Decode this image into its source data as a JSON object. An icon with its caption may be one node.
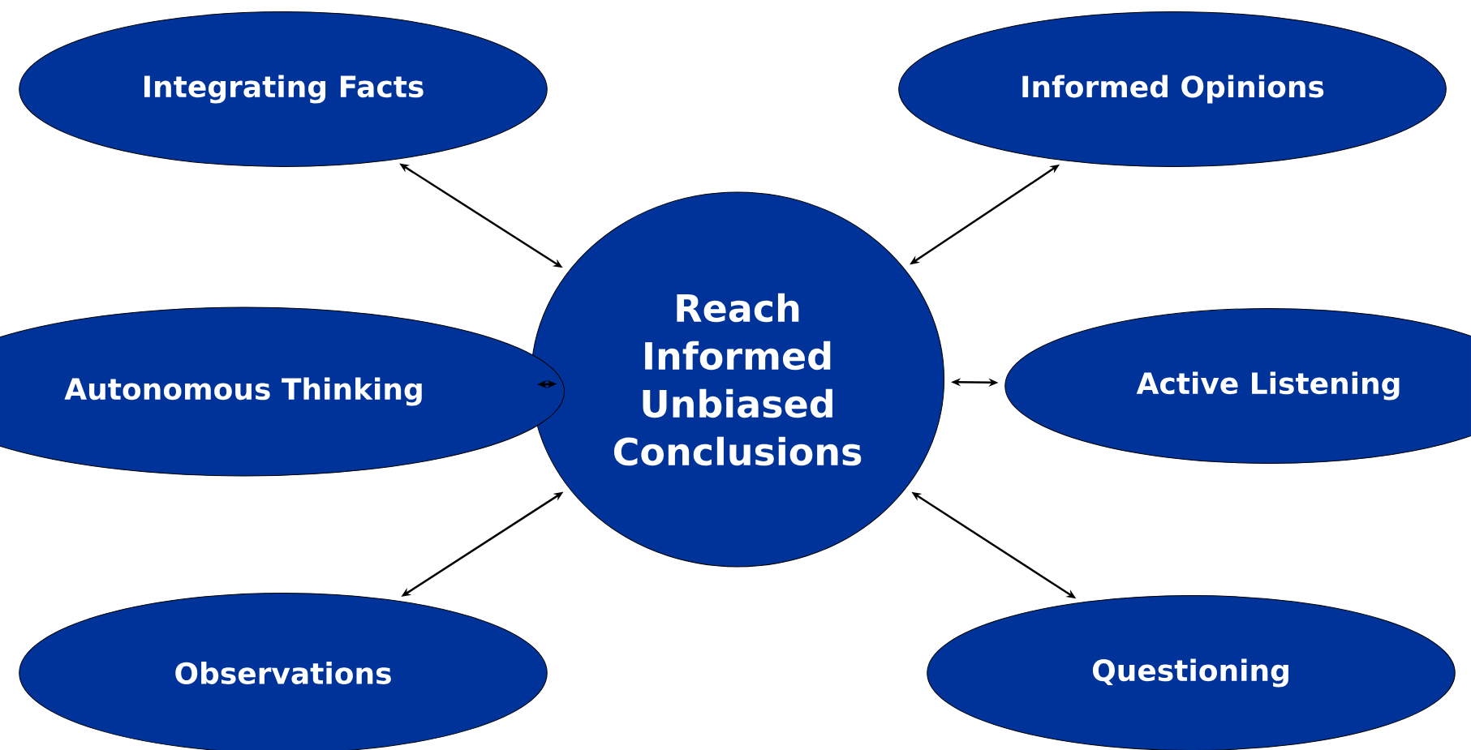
{
  "diagram": {
    "nodes": [
      {
        "text": [
          "Integrating Facts"
        ]
      },
      {
        "text": [
          "Informed Opinions"
        ]
      },
      {
        "text": [
          "Reach Informed Unbiased Conclusions"
        ]
      },
      {
        "text": [
          "Autonomous Thinking"
        ]
      },
      {
        "text": [
          "Active Listening"
        ]
      },
      {
        "text": [
          "Observations"
        ]
      },
      {
        "text": [
          "Questioning"
        ]
      }
    ],
    "edges": [
      {
        "from": 2,
        "to": 0,
        "arrow": "both"
      },
      {
        "from": 2,
        "to": 1,
        "arrow": "both"
      },
      {
        "from": 2,
        "to": 3,
        "arrow": "both"
      },
      {
        "from": 2,
        "to": 4,
        "arrow": "both"
      },
      {
        "from": 2,
        "to": 5,
        "arrow": "both"
      },
      {
        "from": 2,
        "to": 6,
        "arrow": "both"
      }
    ]
  }
}
